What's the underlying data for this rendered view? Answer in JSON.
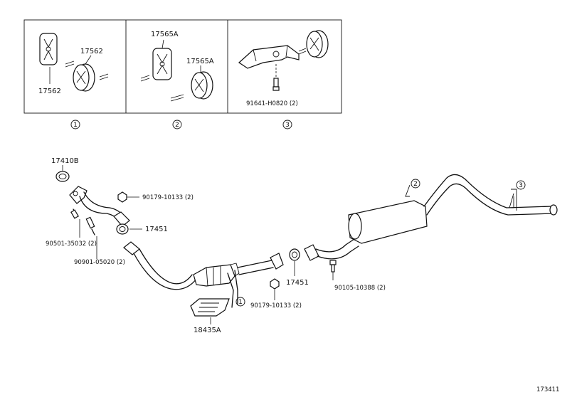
{
  "colors": {
    "ink": "#111111",
    "paper": "#ffffff"
  },
  "insets": [
    {
      "marker": "1",
      "labels": [
        "17562",
        "17562"
      ]
    },
    {
      "marker": "2",
      "labels": [
        "17565A",
        "17565A"
      ]
    },
    {
      "marker": "3",
      "labels": [
        "91641-H0820 (2)"
      ]
    }
  ],
  "callouts": {
    "gasket_top": "17410B",
    "nut_top": "90179-10133 (2)",
    "gasket_mid": "17451",
    "stud": "90501-35032 (2)",
    "bolt": "90901-05020 (2)",
    "heat_shield": "18435A",
    "nut_bottom": "90179-10133 (2)",
    "gasket_right": "17451",
    "bolt_right": "90105-10388 (2)"
  },
  "markers": {
    "hanger_1": "1",
    "hanger_2": "2",
    "hanger_3": "3"
  },
  "figure_number": "173411"
}
